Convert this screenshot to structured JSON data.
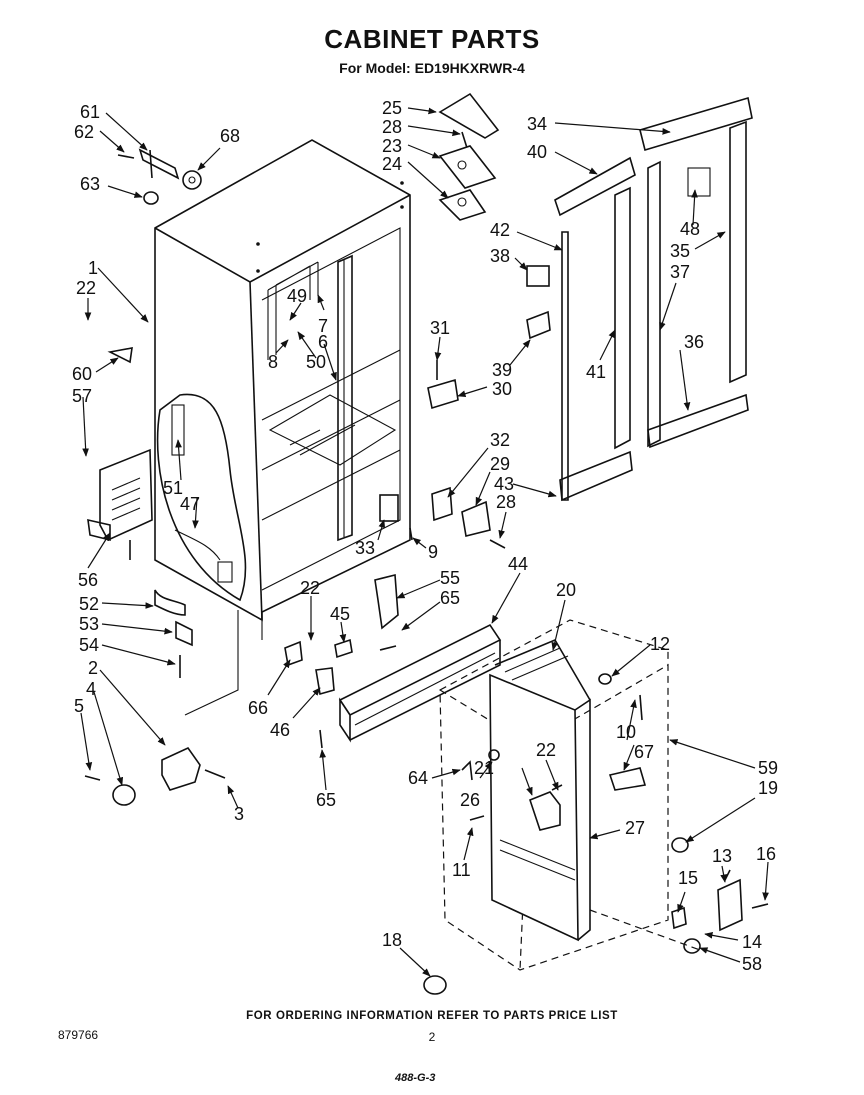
{
  "header": {
    "title": "CABINET PARTS",
    "model_line": "For Model: ED19HKXRWR-4"
  },
  "footer": {
    "ordering_note": "FOR ORDERING INFORMATION REFER TO PARTS PRICE LIST",
    "document_number": "879766",
    "page_number": "2",
    "stamp": "488-G-3"
  },
  "parts": {
    "p61": "61",
    "p62": "62",
    "p63": "63",
    "p68": "68",
    "p25": "25",
    "p28a": "28",
    "p23": "23",
    "p24": "24",
    "p34": "34",
    "p40": "40",
    "p48": "48",
    "p35": "35",
    "p37": "37",
    "p36": "36",
    "p42": "42",
    "p38": "38",
    "p41": "41",
    "p43": "43",
    "p1": "1",
    "p22a": "22",
    "p60": "60",
    "p57": "57",
    "p49": "49",
    "p7": "7",
    "p6": "6",
    "p50": "50",
    "p8": "8",
    "p31": "31",
    "p39": "39",
    "p30": "30",
    "p51": "51",
    "p47": "47",
    "p56": "56",
    "p32": "32",
    "p29": "29",
    "p28b": "28",
    "p33": "33",
    "p9": "9",
    "p52": "52",
    "p53": "53",
    "p54": "54",
    "p22b": "22",
    "p55": "55",
    "p65a": "65",
    "p44": "44",
    "p45": "45",
    "p2": "2",
    "p4": "4",
    "p5": "5",
    "p66": "66",
    "p46": "46",
    "p3": "3",
    "p65b": "65",
    "p20": "20",
    "p12": "12",
    "p10": "10",
    "p67": "67",
    "p64": "64",
    "p21": "21",
    "p22c": "22",
    "p26": "26",
    "p11": "11",
    "p27": "27",
    "p59": "59",
    "p19": "19",
    "p13": "13",
    "p16": "16",
    "p15": "15",
    "p14": "14",
    "p58": "58",
    "p18": "18"
  }
}
